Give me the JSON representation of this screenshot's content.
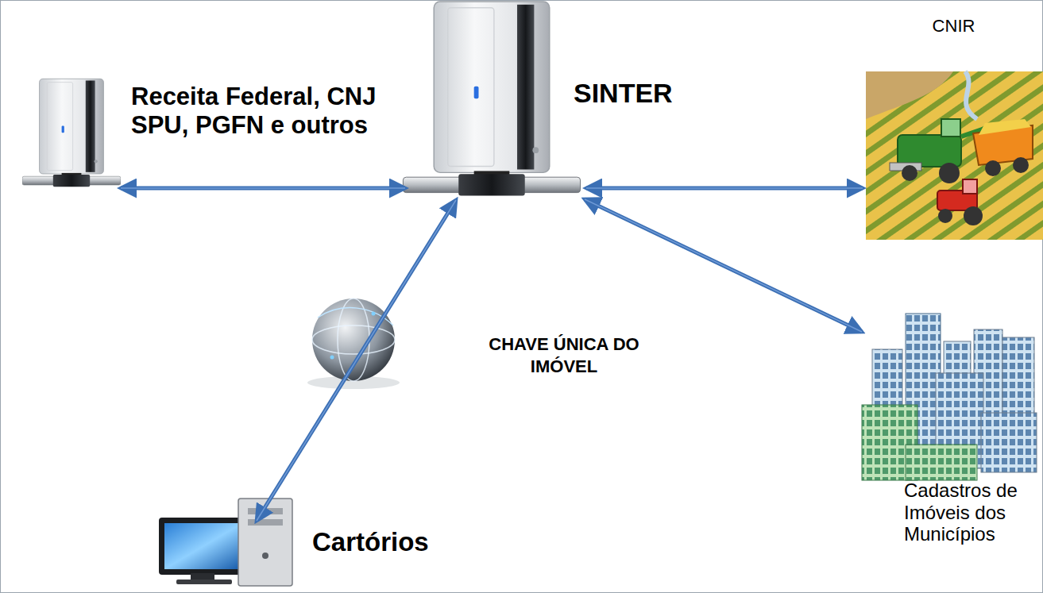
{
  "diagram": {
    "nodes": [
      {
        "text": [
          "Receita Federal, CNJ SPU, PGFN e outros"
        ]
      },
      {
        "text": [
          "SINTER"
        ]
      },
      {
        "text": [
          "CNIR"
        ]
      },
      {
        "text": [
          "Cadastros de Imóveis dos Municípios"
        ]
      },
      {
        "text": [
          "Cartórios"
        ]
      }
    ],
    "edges": [
      {
        "from": 0,
        "to": 1,
        "arrow": "both"
      },
      {
        "from": 1,
        "to": 2,
        "arrow": "both"
      },
      {
        "from": 1,
        "to": 3,
        "arrow": "both"
      },
      {
        "from": 1,
        "to": 4,
        "arrow": "both"
      }
    ],
    "labels": [
      "CHAVE ÚNICA DO IMÓVEL"
    ]
  }
}
